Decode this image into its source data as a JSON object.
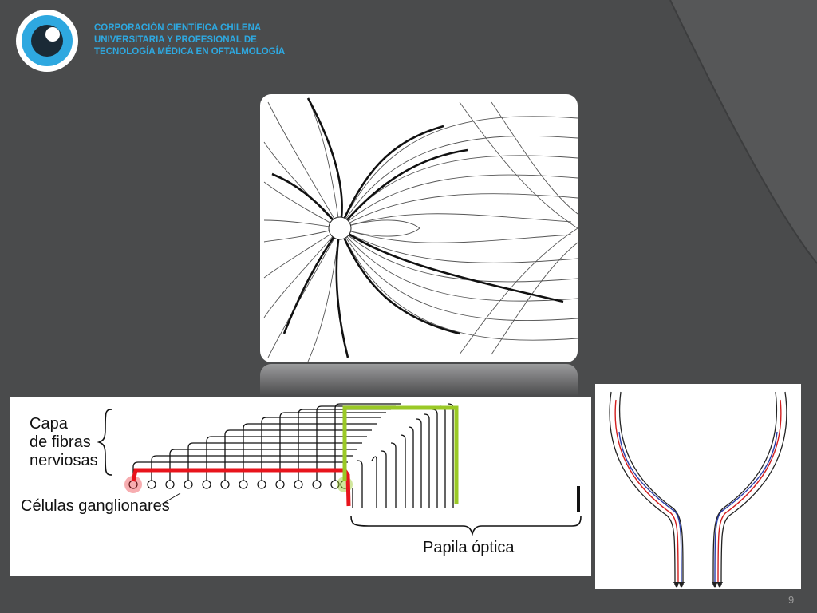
{
  "header": {
    "org_line1": "CORPORACIÓN CIENTÍFICA CHILENA",
    "org_line2": "UNIVERSITARIA Y PROFESIONAL DE",
    "org_line3": "TECNOLOGÍA MÉDICA EN OFTALMOLOGÍA"
  },
  "diagram": {
    "label_capa_1": "Capa",
    "label_capa_2": "de fibras",
    "label_capa_3": "nerviosas",
    "label_celulas": "Células ganglionares",
    "label_papila": "Papila óptica"
  },
  "colors": {
    "accent": "#2ea8e0",
    "background": "#4a4b4c",
    "highlight_red": "#e8141c",
    "highlight_green": "#9ac926"
  },
  "footer": {
    "page_number": "9"
  }
}
